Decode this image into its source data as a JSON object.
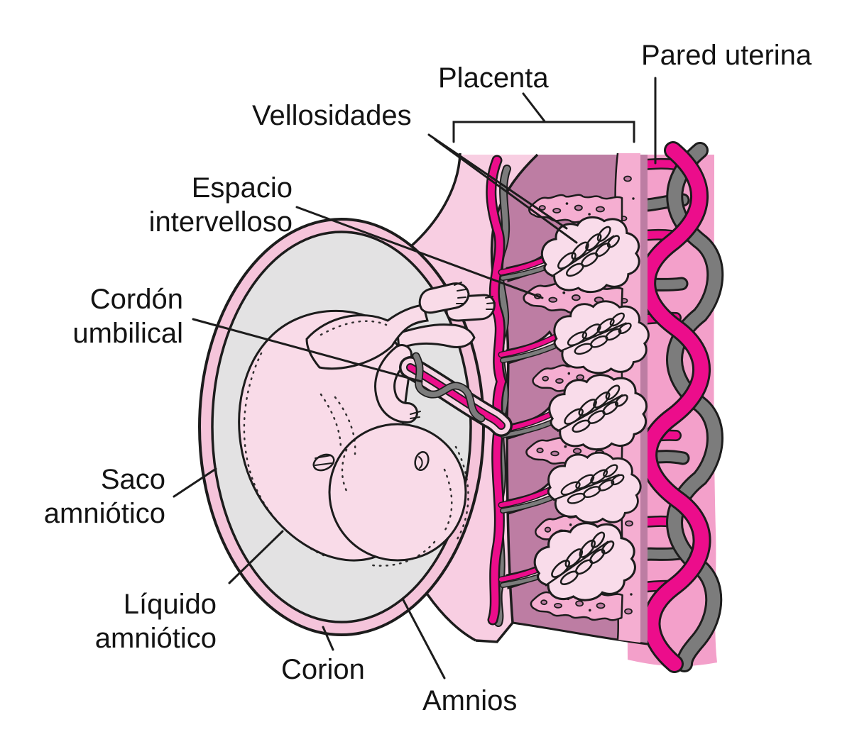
{
  "figure": {
    "labels": {
      "pared_uterina": "Pared uterina",
      "placenta": "Placenta",
      "vellosidades": "Vellosidades",
      "espacio_1": "Espacio",
      "espacio_2": "intervelloso",
      "cordon_1": "Cordón",
      "cordon_2": "umbilical",
      "saco_1": "Saco",
      "saco_2": "amniótico",
      "liquido_1": "Líquido",
      "liquido_2": "amniótico",
      "corion": "Corion",
      "amnios": "Amnios"
    },
    "colors": {
      "background": "#ffffff",
      "text": "#131313",
      "outline": "#1c1c1c",
      "uterine_wall": "#f3a0ca",
      "septa": "#f5aed1",
      "intervillous": "#bd7da3",
      "plate": "#f8cee2",
      "ring": "#f5c4da",
      "fluid": "#e3e2e3",
      "fetus_skin": "#f9dbe8",
      "cord": "#f7d4e4",
      "villus": "#f9dcea",
      "artery": "#ec0d8b",
      "vein": "#7c7c7c"
    }
  }
}
